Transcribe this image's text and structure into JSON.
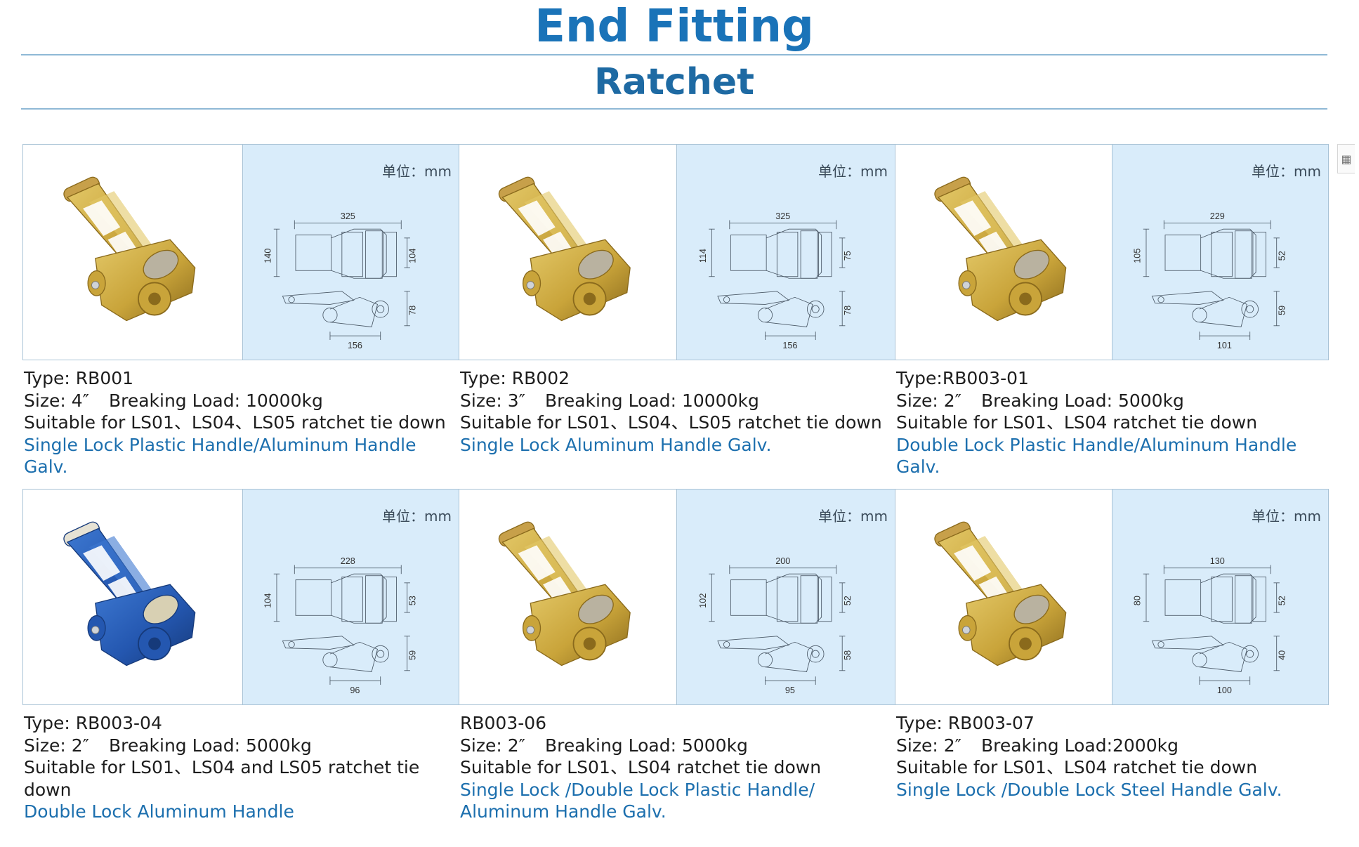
{
  "header": {
    "title": "End Fitting",
    "subtitle": "Ratchet"
  },
  "unit_label": "单位：mm",
  "colors": {
    "accent": "#1a73b8",
    "feature_text": "#1c6fae",
    "drawing_bg": "#d9ecfa"
  },
  "products": [
    {
      "type": "Type: RB001",
      "size": "Size: 4″",
      "load": "Breaking Load: 10000kg",
      "suitable": "Suitable for LS01、LS04、LS05 ratchet tie down",
      "features": "Single Lock  Plastic Handle/Aluminum Handle Galv.",
      "photo_color": "gold",
      "dims": [
        "325",
        "140",
        "104",
        "78",
        "156"
      ]
    },
    {
      "type": "Type: RB002",
      "size": "Size: 3″",
      "load": "Breaking Load: 10000kg",
      "suitable": "Suitable for LS01、LS04、LS05 ratchet tie down",
      "features": "Single Lock  Aluminum Handle  Galv.",
      "photo_color": "gold",
      "dims": [
        "325",
        "114",
        "75",
        "78",
        "156"
      ]
    },
    {
      "type": "Type:RB003-01",
      "size": "Size: 2″",
      "load": "Breaking Load: 5000kg",
      "suitable": "Suitable for LS01、LS04 ratchet tie down",
      "features": "Double Lock  Plastic Handle/Aluminum Handle  Galv.",
      "photo_color": "gold",
      "dims": [
        "229",
        "105",
        "52",
        "59",
        "101"
      ]
    },
    {
      "type": "Type: RB003-04",
      "size": "Size: 2″",
      "load": "Breaking Load: 5000kg",
      "suitable": "Suitable for LS01、LS04  and LS05 ratchet tie down",
      "features": "Double Lock  Aluminum Handle",
      "photo_color": "blue",
      "dims": [
        "228",
        "104",
        "53",
        "59",
        "96"
      ]
    },
    {
      "type": "RB003-06",
      "size": "Size: 2″",
      "load": "Breaking Load: 5000kg",
      "suitable": "Suitable for LS01、LS04 ratchet tie down",
      "features": "Single Lock /Double Lock  Plastic Handle/ Aluminum Handle  Galv.",
      "photo_color": "gold",
      "dims": [
        "200",
        "102",
        "52",
        "58",
        "95"
      ]
    },
    {
      "type": "Type: RB003-07",
      "size": "Size: 2″",
      "load": "Breaking Load:2000kg",
      "suitable": "Suitable for LS01、LS04 ratchet tie down",
      "features": "Single Lock /Double Lock  Steel Handle  Galv.",
      "photo_color": "gold",
      "dims": [
        "130",
        "80",
        "52",
        "40",
        "100"
      ]
    }
  ]
}
